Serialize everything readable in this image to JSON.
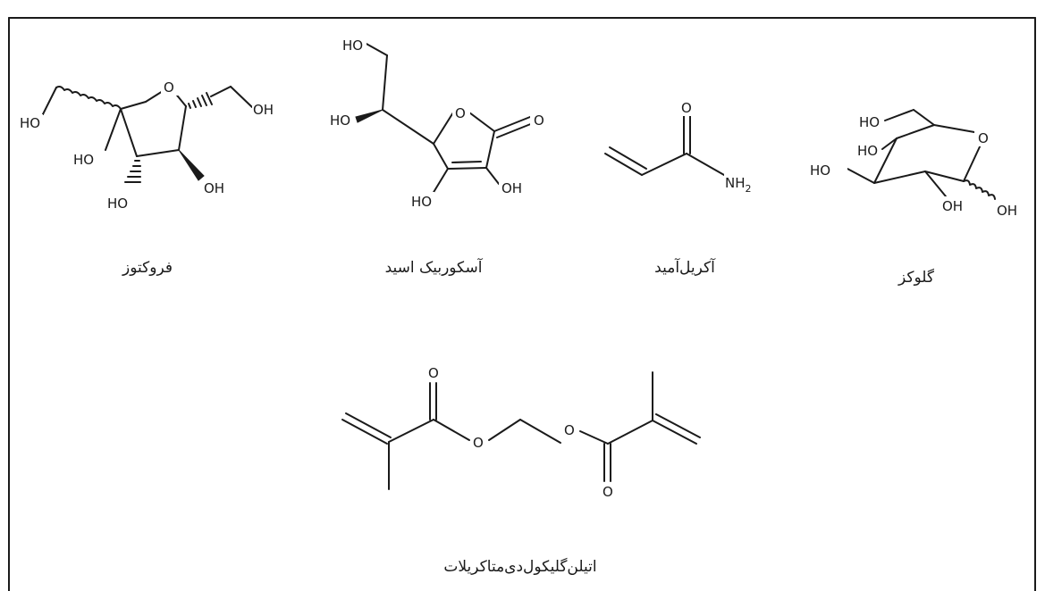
{
  "figure": {
    "molecules": [
      {
        "id": "fructose",
        "caption": "فروکتوز",
        "atoms": [
          "HO",
          "O",
          "OH",
          "HO",
          "HO",
          "OH"
        ]
      },
      {
        "id": "ascorbic",
        "caption": "آسکوربیک اسید",
        "atoms": [
          "HO",
          "HO",
          "O",
          "O",
          "HO",
          "OH"
        ]
      },
      {
        "id": "acrylamide",
        "caption": "آکریل‌آمید",
        "atoms": [
          "O",
          "NH",
          "2"
        ]
      },
      {
        "id": "glucose",
        "caption": "گلوکز",
        "atoms": [
          "HO",
          "HO",
          "O",
          "HO",
          "OH",
          "OH"
        ]
      },
      {
        "id": "egdma",
        "caption": "اتیلن‌گلیکول‌دی‌متاکریلات",
        "atoms": [
          "O",
          "O",
          "O",
          "O"
        ]
      }
    ]
  }
}
